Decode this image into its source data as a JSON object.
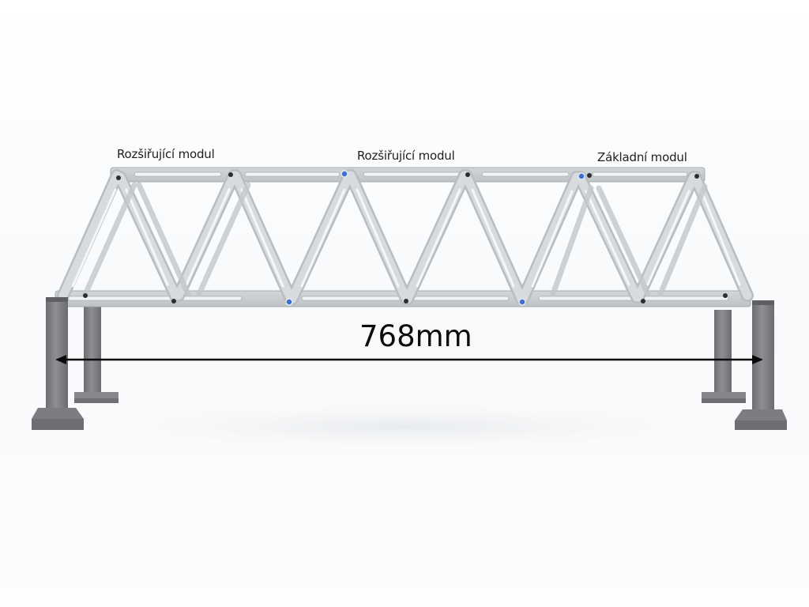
{
  "modules": {
    "left_label": "Rozšiřující modul",
    "center_label": "Rozšiřující modul",
    "right_label": "Základní modul"
  },
  "dimension": {
    "text": "768mm"
  },
  "colors": {
    "truss": "#c9cdd0",
    "truss_edge": "#9fa4a8",
    "pillar": "#7f8185",
    "connector": "#3b6fd4",
    "background": "#fbfcfd"
  }
}
